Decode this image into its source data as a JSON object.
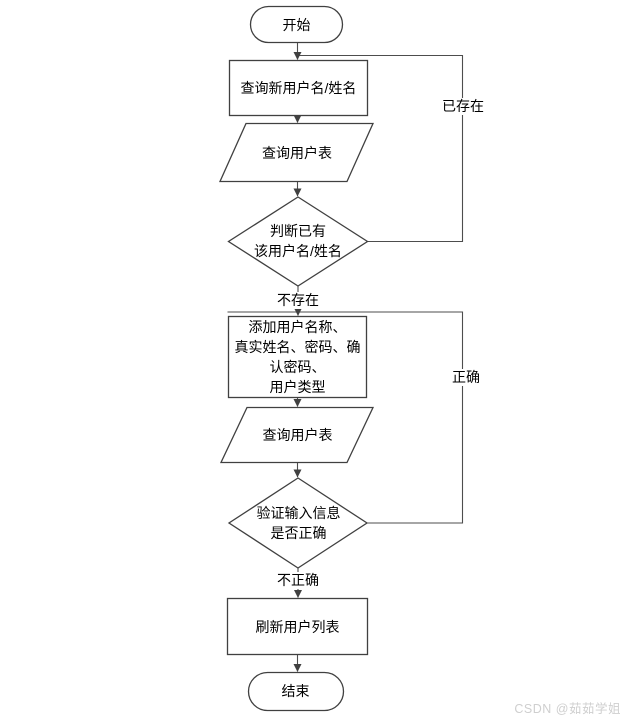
{
  "flowchart": {
    "nodes": {
      "start": "开始",
      "query_new_user": "查询新用户名/姓名",
      "query_user_table1": "查询用户表",
      "check_exists": "判断已有\n该用户名/姓名",
      "add_user": "添加用户名称、\n真实姓名、密码、确\n认密码、\n用户类型",
      "query_user_table2": "查询用户表",
      "verify_input": "验证输入信息\n是否正确",
      "refresh_list": "刷新用户列表",
      "end": "结束"
    },
    "edge_labels": {
      "exists": "已存在",
      "not_exists": "不存在",
      "correct": "正确",
      "incorrect": "不正确"
    },
    "watermark": "CSDN @茹茹学姐",
    "colors": {
      "stroke": "#404040",
      "fill": "#ffffff",
      "text": "#000000",
      "watermark_text": "#cfcfcf"
    }
  }
}
